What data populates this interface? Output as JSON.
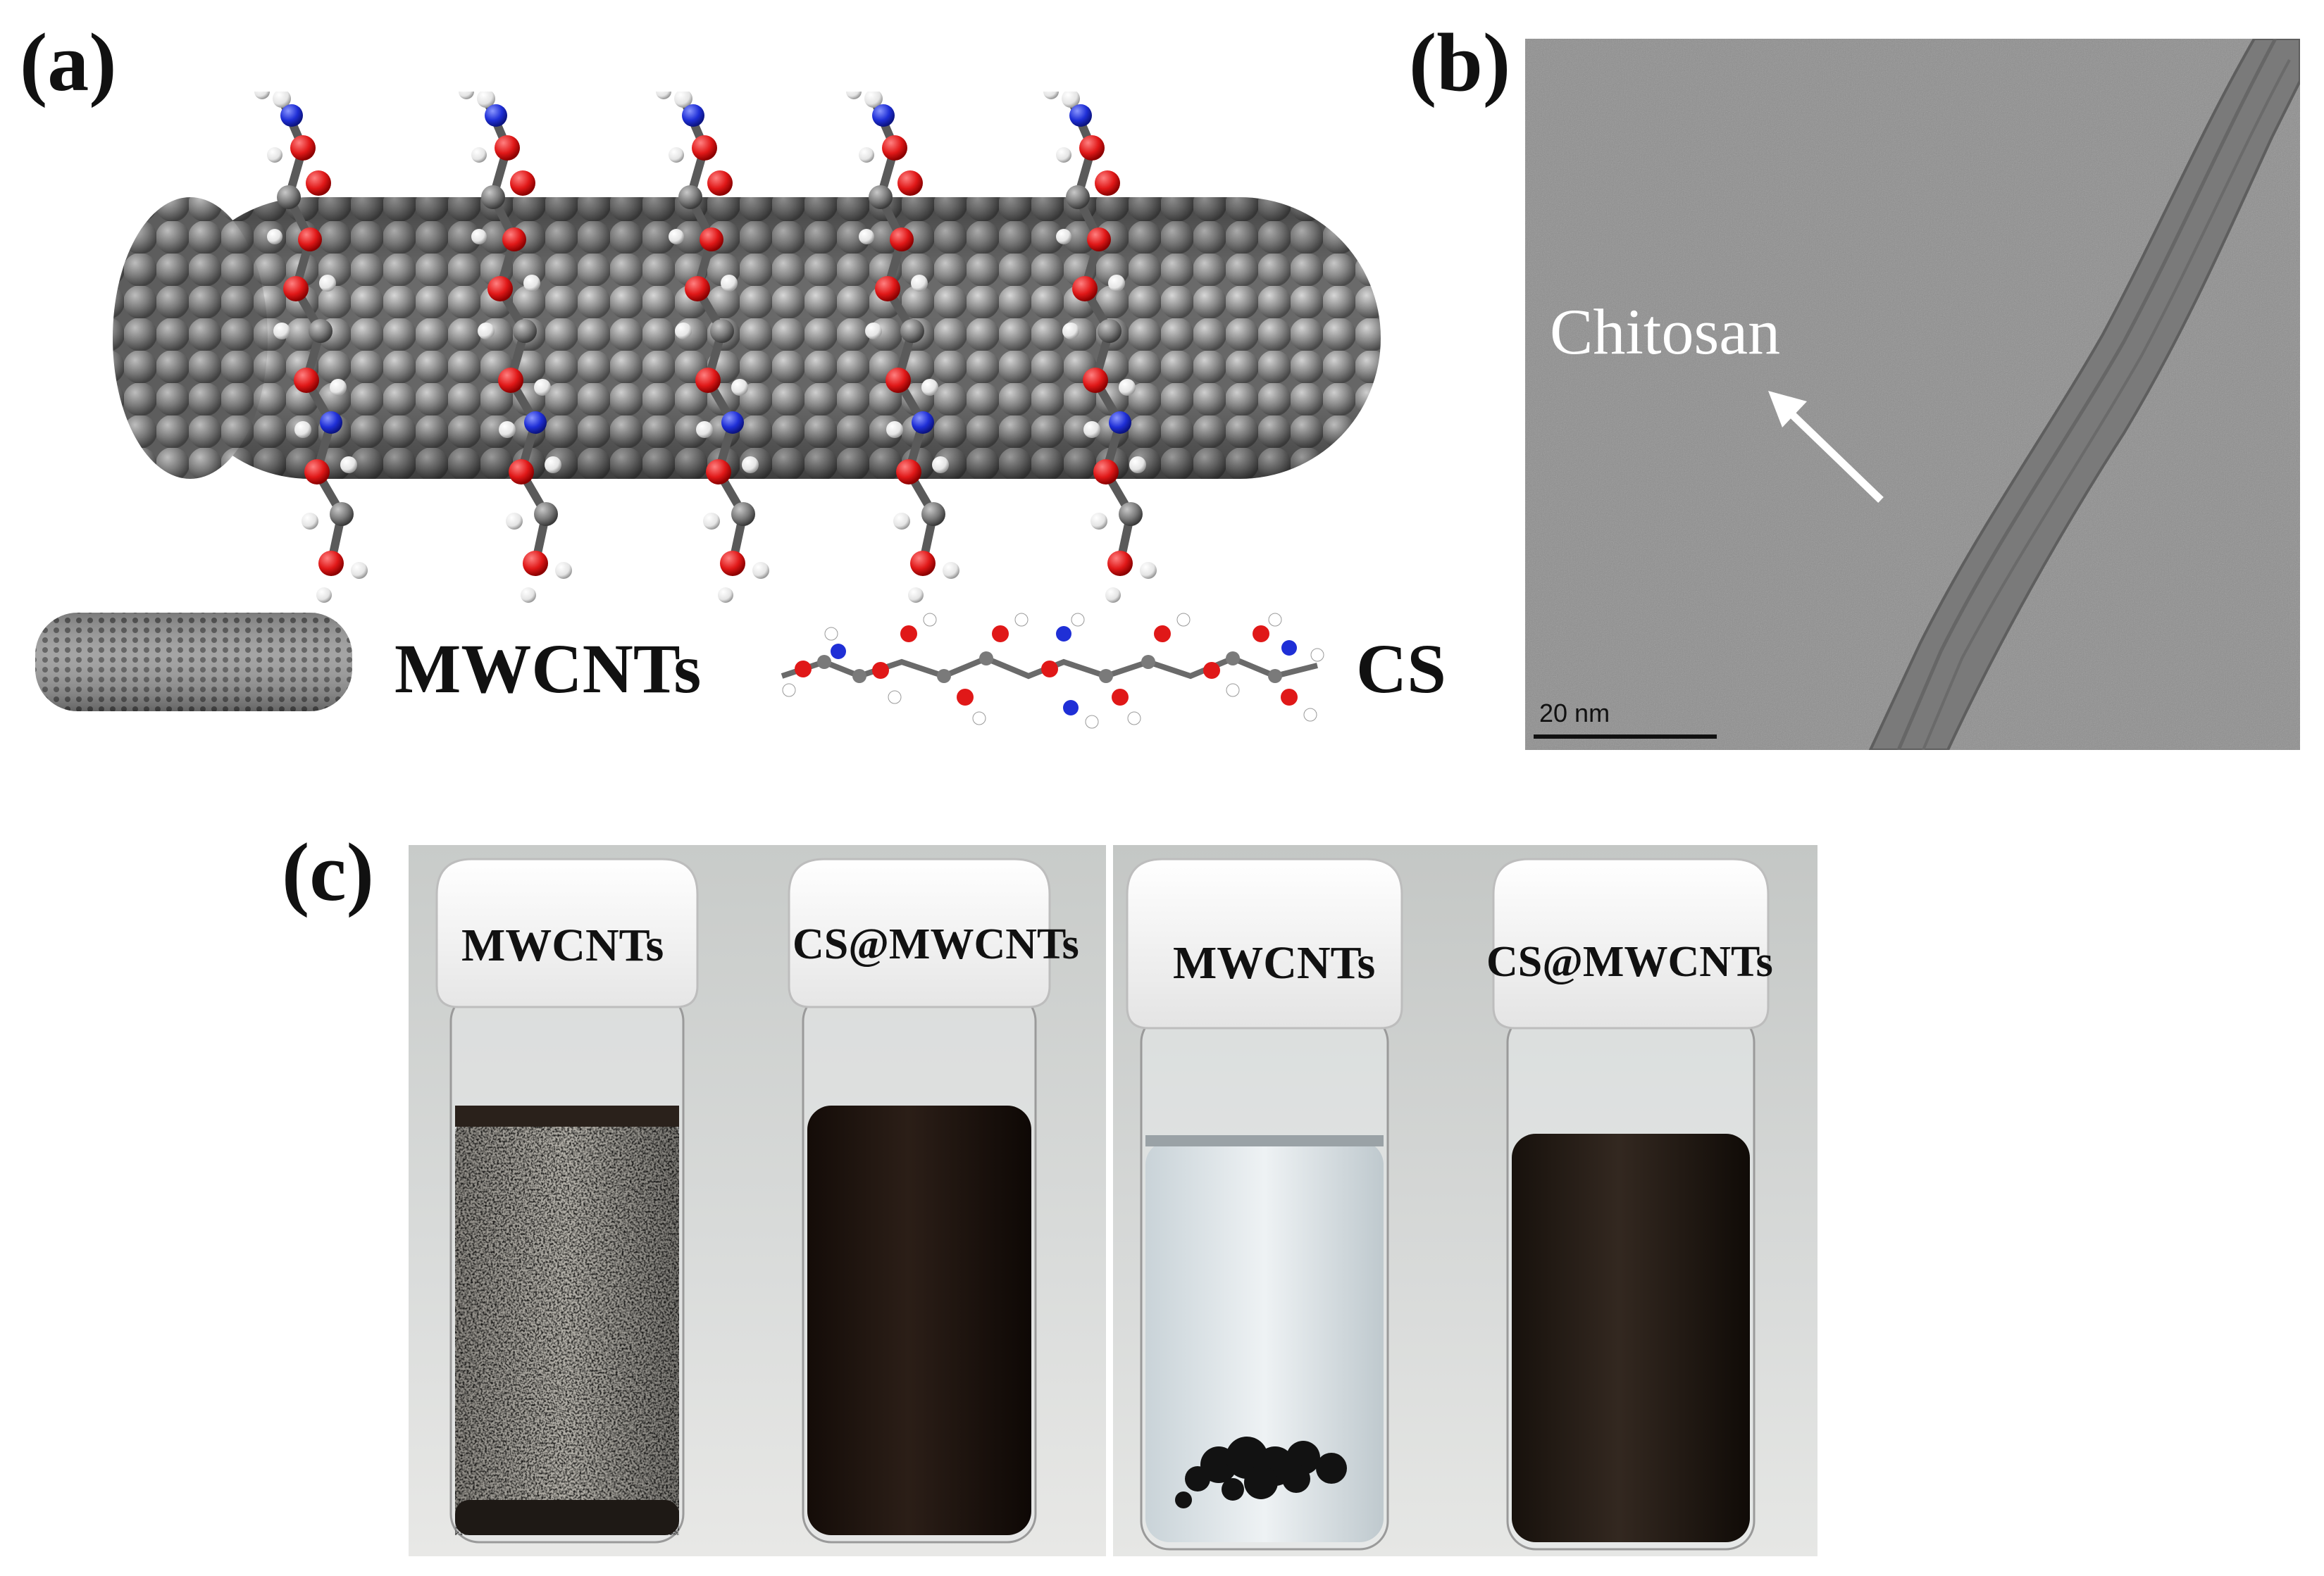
{
  "panels": {
    "a": {
      "label": "(a)",
      "legend_tube_label": "MWCNTs",
      "legend_chain_label": "CS",
      "atom_colors": {
        "carbon": "#7a7a7a",
        "oxygen": "#e01818",
        "nitrogen": "#1f2fd6",
        "hydrogen": "#f2f2f2"
      }
    },
    "b": {
      "label": "(b)",
      "annotation": "Chitosan",
      "scale_bar": "20 nm"
    },
    "c": {
      "label": "(c)",
      "vials": [
        {
          "cap_label": "MWCNTs",
          "state": "dispersed-speckled"
        },
        {
          "cap_label": "CS@MWCNTs",
          "state": "uniform-dark"
        },
        {
          "cap_label": "MWCNTs",
          "state": "sedimented-clear"
        },
        {
          "cap_label": "CS@MWCNTs",
          "state": "uniform-dark"
        }
      ]
    }
  }
}
